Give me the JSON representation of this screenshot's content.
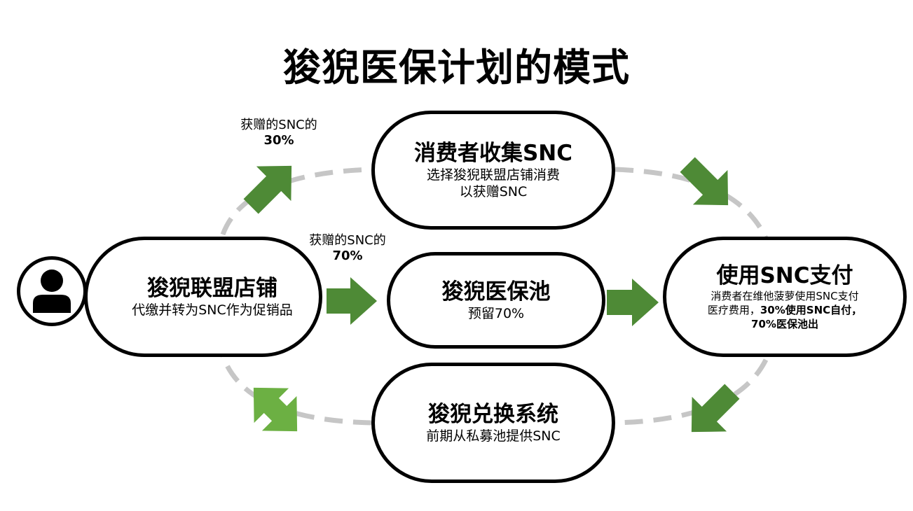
{
  "title": "狻猊医保计划的模式",
  "nodes": {
    "store": {
      "title": "狻猊联盟店铺",
      "subtitle": "代缴并转为SNC作为促销品"
    },
    "consumer": {
      "title": "消费者收集SNC",
      "line1": "选择狻猊联盟店铺消费",
      "line2": "以获赠SNC"
    },
    "pool": {
      "title": "狻猊医保池",
      "subtitle": "预留70%"
    },
    "pay": {
      "title": "使用SNC支付",
      "line1": "消费者在维他菠萝使用SNC支付",
      "line2_plain": "医疗费用，",
      "line2_bold": "30%使用SNC自付，",
      "line3_bold": "70%医保池出"
    },
    "exchange": {
      "title": "狻猊兑换系统",
      "subtitle": "前期从私募池提供SNC"
    }
  },
  "labels": {
    "top": {
      "text": "获赠的SNC的",
      "pct": "30%"
    },
    "middle": {
      "text": "获赠的SNC的",
      "pct": "70%"
    }
  },
  "icons": {
    "user": "user-silhouette-icon",
    "arrow": "block-arrow-icon"
  },
  "colors": {
    "arrow_dark": "#4e8a36",
    "arrow_light": "#6cb043",
    "dash": "#c6c6c6",
    "border": "#000000"
  }
}
